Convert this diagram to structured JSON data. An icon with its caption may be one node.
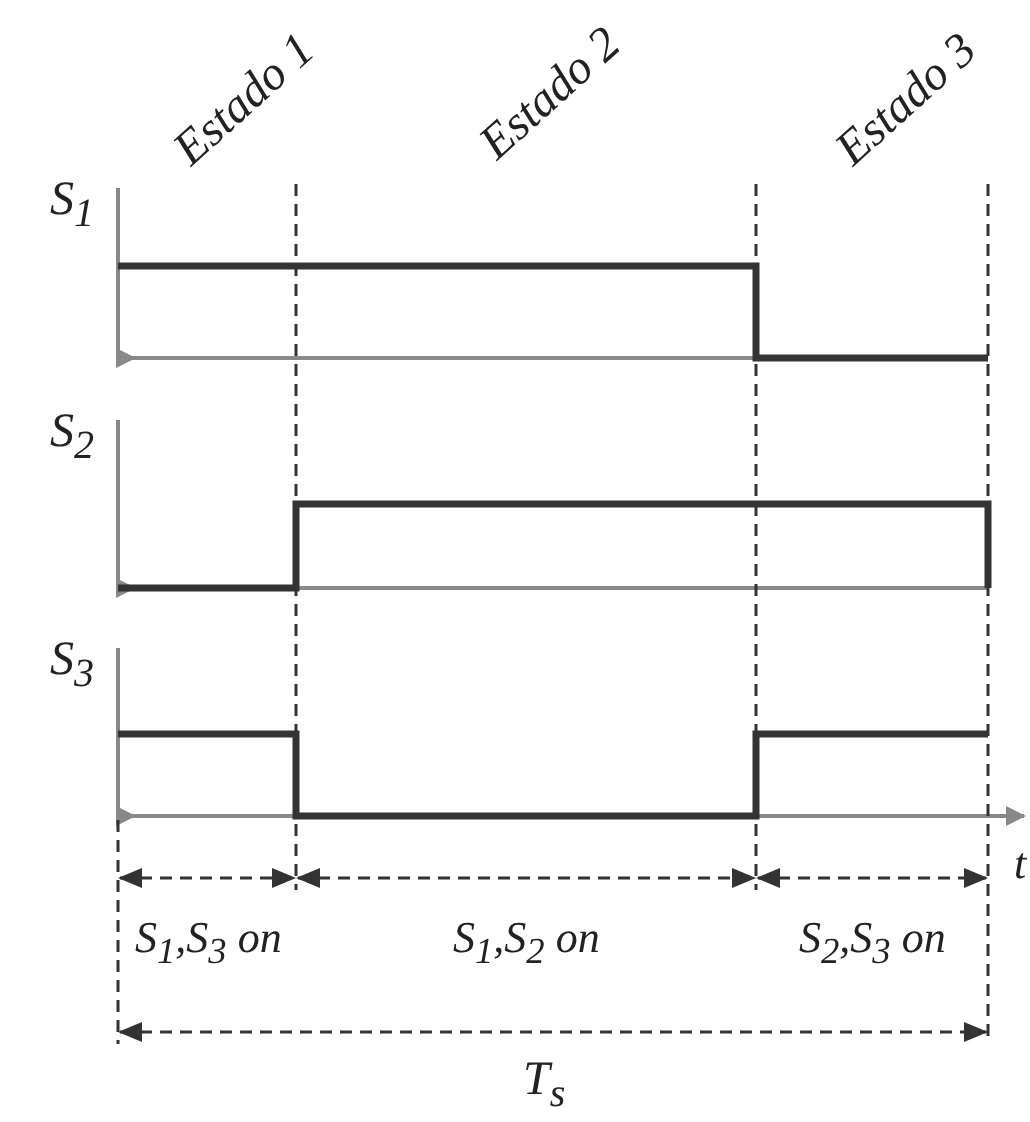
{
  "diagram": {
    "labels": [
      "Estado 1",
      "Estado 2",
      "Estado 3",
      "S$_{1}$",
      "S$_{2}$",
      "S$_{3}$",
      "t",
      "S$_{1}$,S$_{3}$ on",
      "S$_{1}$,S$_{2}$ on",
      "S$_{2}$,S$_{3}$ on",
      "T$_{s}$"
    ]
  }
}
